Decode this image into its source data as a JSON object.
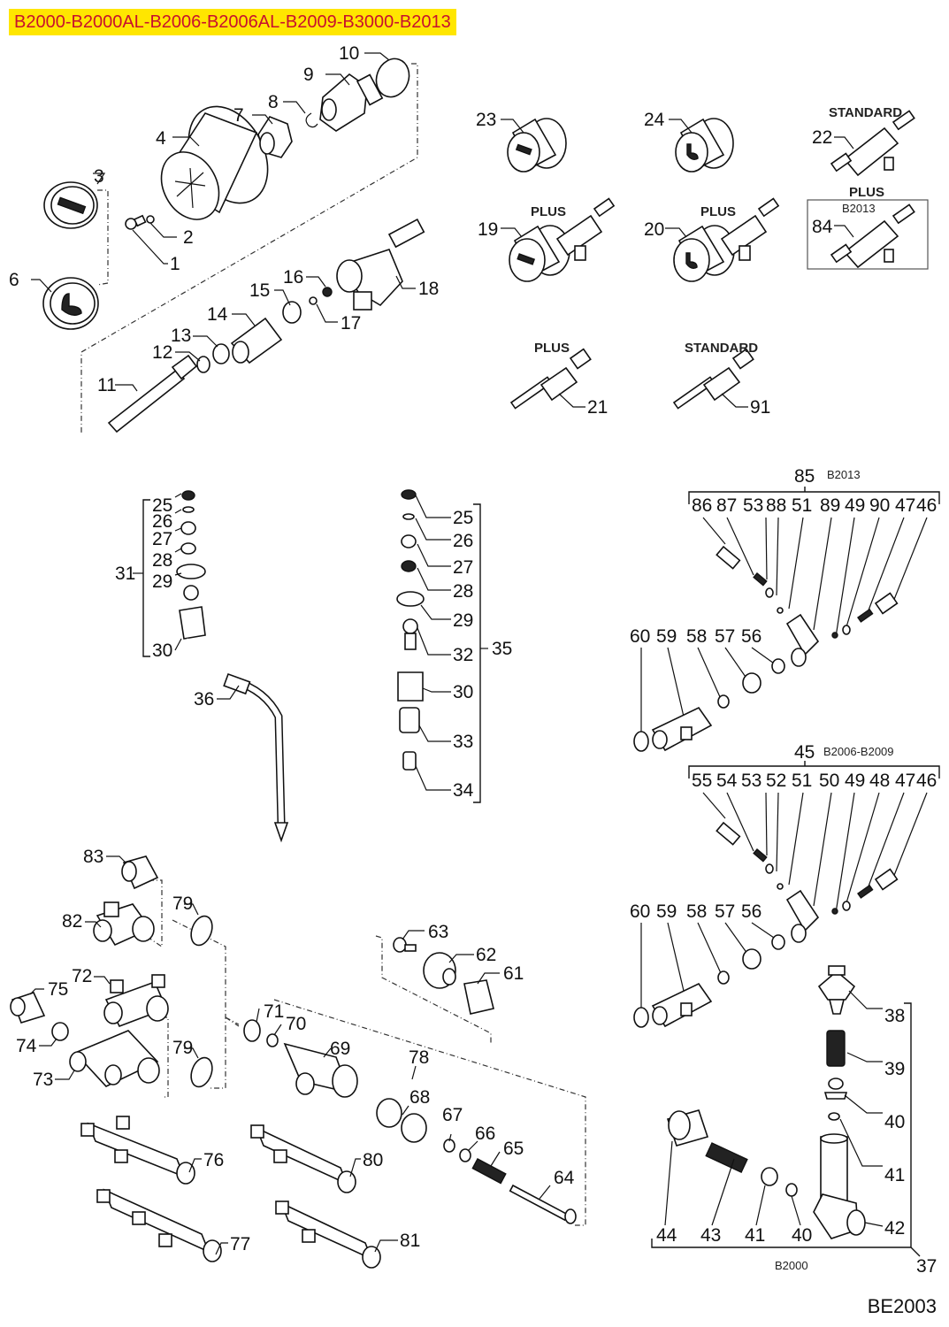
{
  "header": {
    "models": "B2000-B2000AL-B2006-B2006AL-B2009-B3000-B2013",
    "highlight_color": "#ffe600",
    "text_color": "#c8102e"
  },
  "footer": {
    "drawing_code": "BE2003"
  },
  "group_tags": {
    "plus": "PLUS",
    "standard": "STANDARD",
    "b2013": "B2013",
    "b2006_b2009": "B2006-B2009",
    "b2000": "B2000"
  },
  "assemblies": {
    "valve_85": {
      "number": "85",
      "model": "B2013",
      "parts": [
        "86",
        "87",
        "53",
        "88",
        "51",
        "89",
        "49",
        "90",
        "47",
        "46"
      ]
    },
    "valve_45": {
      "number": "45",
      "model": "B2006-B2009",
      "parts": [
        "55",
        "54",
        "53",
        "52",
        "51",
        "50",
        "49",
        "48",
        "47",
        "46"
      ]
    },
    "manifold_parts": [
      "60",
      "59",
      "58",
      "57",
      "56"
    ],
    "steam_31": {
      "number": "31",
      "parts": [
        "25",
        "26",
        "27",
        "28",
        "29",
        "30"
      ]
    },
    "steam_35": {
      "number": "35",
      "parts": [
        "25",
        "26",
        "27",
        "28",
        "29",
        "32",
        "30",
        "33",
        "34"
      ]
    },
    "relief_37": {
      "number": "37",
      "parts": [
        "38",
        "39",
        "40",
        "41",
        "42",
        "44",
        "43",
        "41",
        "40"
      ]
    }
  },
  "callouts": {
    "p1": "1",
    "p2": "2",
    "p3": "3",
    "p4": "4",
    "p6": "6",
    "p7": "7",
    "p8": "8",
    "p9": "9",
    "p10": "10",
    "p11": "11",
    "p12": "12",
    "p13": "13",
    "p14": "14",
    "p15": "15",
    "p16": "16",
    "p17": "17",
    "p18": "18",
    "p19": "19",
    "p20": "20",
    "p21": "21",
    "p22": "22",
    "p23": "23",
    "p24": "24",
    "p84": "84",
    "p91": "91",
    "p36": "36",
    "p61": "61",
    "p62": "62",
    "p63": "63",
    "p64": "64",
    "p65": "65",
    "p66": "66",
    "p67": "67",
    "p68": "68",
    "p69": "69",
    "p70": "70",
    "p71": "71",
    "p72": "72",
    "p73": "73",
    "p74": "74",
    "p75": "75",
    "p76": "76",
    "p77": "77",
    "p78": "78",
    "p79a": "79",
    "p79b": "79",
    "p80": "80",
    "p81": "81",
    "p82": "82",
    "p83": "83"
  }
}
